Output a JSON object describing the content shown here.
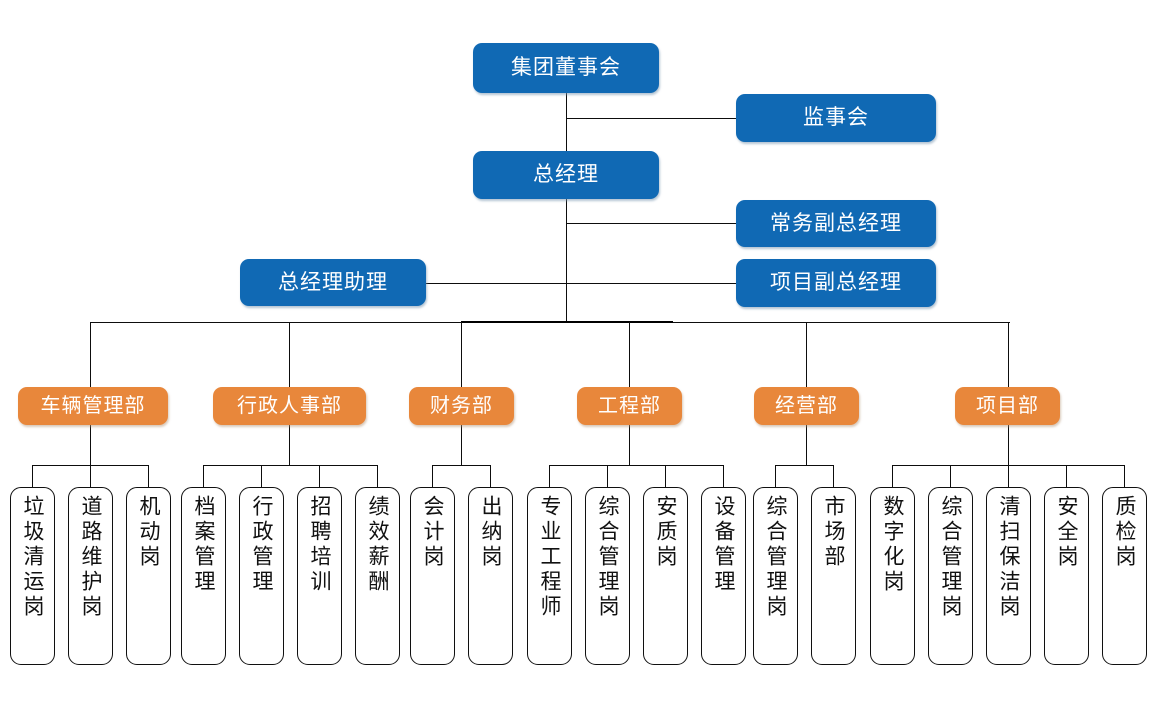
{
  "chart_title": "",
  "palette": {
    "blue": "#1069b4",
    "orange": "#e8873b",
    "line": "#0d0d0d",
    "box_border": "#101010",
    "background": "#ffffff",
    "blue_text": "#ffffff",
    "orange_text": "#ffffff",
    "post_text": "#111111"
  },
  "executive": {
    "board": "集团董事会",
    "supervisors": "监事会",
    "general_manager": "总经理",
    "executive_deputy_gm": "常务副总经理",
    "project_deputy_gm": "项目副总经理",
    "gm_assistant": "总经理助理"
  },
  "departments": [
    {
      "name": "车辆管理部",
      "posts": [
        "垃圾清运岗",
        "道路维护岗",
        "机动岗"
      ]
    },
    {
      "name": "行政人事部",
      "posts": [
        "档案管理",
        "行政管理",
        "招聘培训",
        "绩效薪酬"
      ]
    },
    {
      "name": "财务部",
      "posts": [
        "会计岗",
        "出纳岗"
      ]
    },
    {
      "name": "工程部",
      "posts": [
        "专业工程师",
        "综合管理岗",
        "安质岗",
        "设备管理"
      ]
    },
    {
      "name": "经营部",
      "posts": [
        "综合管理岗",
        "市场部"
      ]
    },
    {
      "name": "项目部",
      "posts": [
        "数字化岗",
        "综合管理岗",
        "清扫保洁岗",
        "安全岗",
        "质检岗"
      ]
    }
  ]
}
